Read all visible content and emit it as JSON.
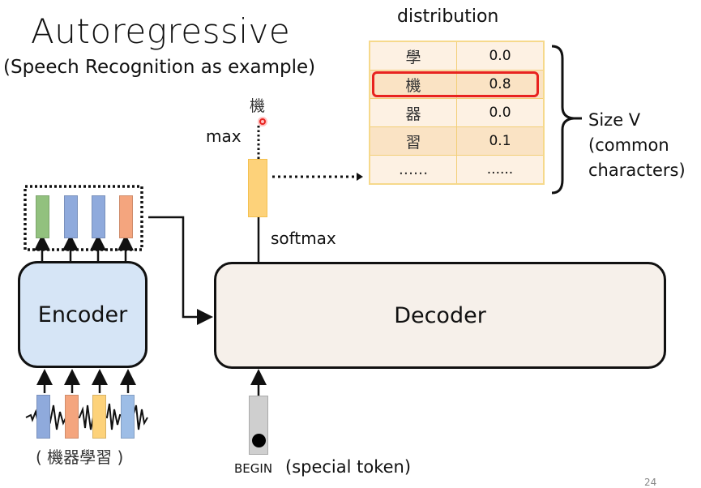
{
  "title": "Autoregressive",
  "subtitle": "(Speech Recognition as example)",
  "distribution": {
    "title": "distribution",
    "rows": [
      {
        "char": "學",
        "prob": "0.0"
      },
      {
        "char": "機",
        "prob": "0.8",
        "highlighted": true
      },
      {
        "char": "器",
        "prob": "0.0"
      },
      {
        "char": "習",
        "prob": "0.1"
      },
      {
        "char": "......",
        "prob": "......"
      }
    ],
    "size_label": [
      "Size V",
      "(common",
      "characters)"
    ]
  },
  "output": {
    "char": "機",
    "max_label": "max",
    "softmax_label": "softmax"
  },
  "encoder": {
    "label": "Encoder",
    "output_vectors": [
      "green",
      "blue",
      "blue",
      "orange"
    ],
    "input_vectors": [
      "blue",
      "orange",
      "yellow",
      "blue"
    ],
    "input_caption": "( 機器學習 )"
  },
  "decoder": {
    "label": "Decoder"
  },
  "begin": {
    "label": "BEGIN",
    "note": "(special token)"
  },
  "page_number": "24",
  "colors": {
    "green": "#92c17e",
    "blue": "#8faadc",
    "orange": "#f4a57e",
    "yellow": "#fdd27a",
    "highlight": "#e8231f",
    "encoder_fill": "#d6e5f6",
    "decoder_fill": "#f6f0ea"
  }
}
